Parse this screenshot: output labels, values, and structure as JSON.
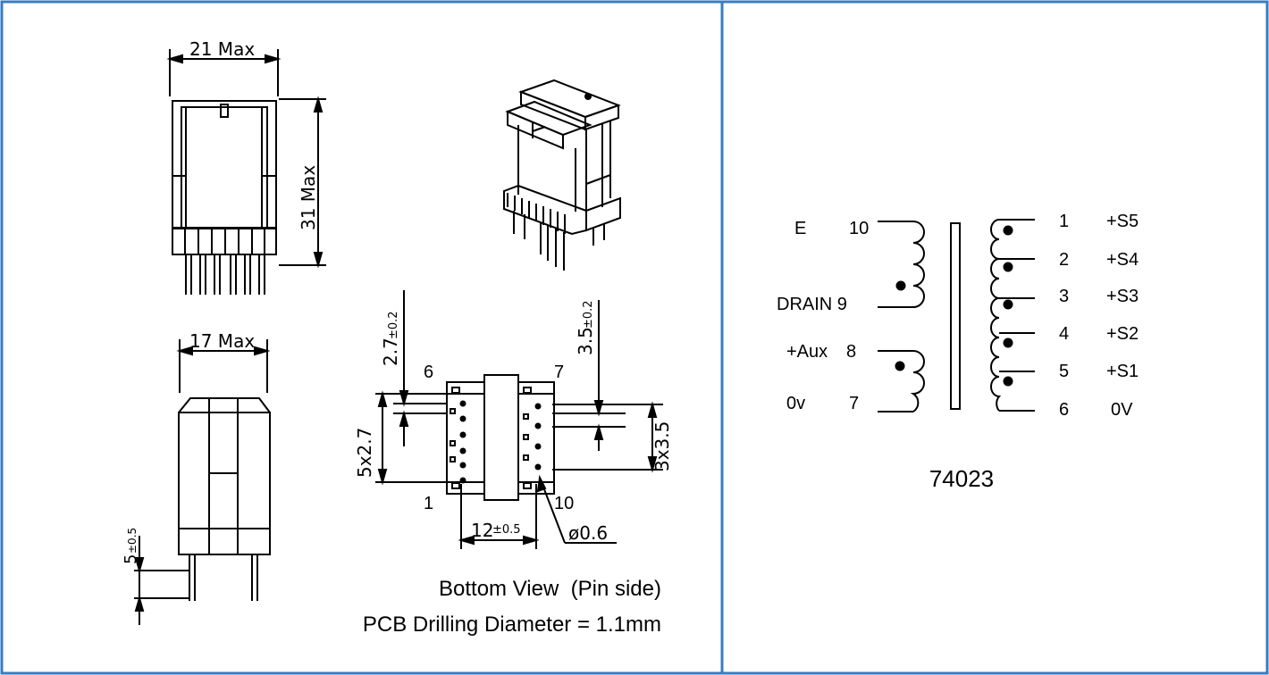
{
  "drawing": {
    "mech": {
      "width_label": "21 Max",
      "height_label": "31 Max",
      "depth_label": "17 Max",
      "pin_length_label_main": "5",
      "pin_length_label_tol": "±0.5",
      "pin_offset_left_main": "2.7",
      "pin_offset_left_tol": "±0.2",
      "pin_offset_right_main": "3.5",
      "pin_offset_right_tol": "±0.2",
      "left_pitch_label": "5x2.7",
      "right_pitch_label": "3x3.5",
      "row_spacing_main": "12",
      "row_spacing_tol": "±0.5",
      "pin_diameter_label": "ø0.6",
      "pin_6": "6",
      "pin_7": "7",
      "pin_1": "1",
      "pin_10": "10",
      "bottom_view_caption": "Bottom View  (Pin side)",
      "drilling_caption": "PCB Drilling Diameter = 1.1mm"
    },
    "schematic": {
      "primary_top_name": "E",
      "primary_top_pin": "10",
      "primary_bottom_name": "DRAIN 9",
      "aux_top_name": "+Aux",
      "aux_top_pin": "8",
      "aux_bottom_name": "0v",
      "aux_bottom_pin": "7",
      "secondary_pins": [
        {
          "pin": "1",
          "name": "+S5"
        },
        {
          "pin": "2",
          "name": "+S4"
        },
        {
          "pin": "3",
          "name": "+S3"
        },
        {
          "pin": "4",
          "name": "+S2"
        },
        {
          "pin": "5",
          "name": "+S1"
        },
        {
          "pin": "6",
          "name": "0V"
        }
      ],
      "part_number": "74023"
    },
    "colors": {
      "border": "#3a7cc0",
      "ink": "#000000"
    }
  }
}
